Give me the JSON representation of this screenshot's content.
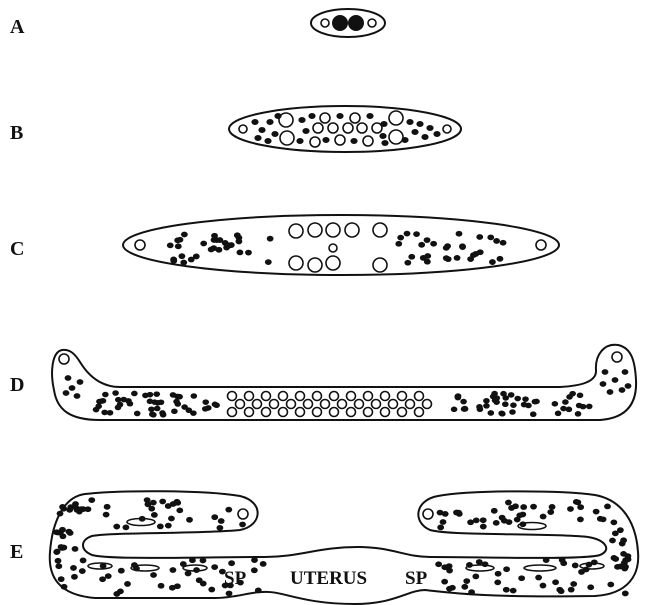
{
  "stages": [
    {
      "id": "A",
      "label": "A"
    },
    {
      "id": "B",
      "label": "B"
    },
    {
      "id": "C",
      "label": "C"
    },
    {
      "id": "D",
      "label": "D"
    },
    {
      "id": "E",
      "label": "E"
    }
  ],
  "labels": {
    "uterus": "UTERUS",
    "sp_left": "SP",
    "sp_right": "SP"
  },
  "colors": {
    "ink": "#111111",
    "background": "#ffffff"
  }
}
